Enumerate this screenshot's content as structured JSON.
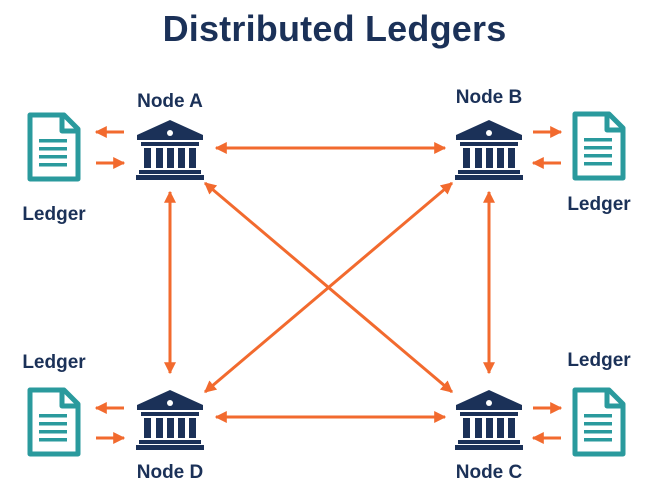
{
  "title": "Distributed Ledgers",
  "nodes": [
    {
      "id": "A",
      "label": "Node A"
    },
    {
      "id": "B",
      "label": "Node B"
    },
    {
      "id": "C",
      "label": "Node C"
    },
    {
      "id": "D",
      "label": "Node D"
    }
  ],
  "ledgers": [
    {
      "node": "A",
      "label": "Ledger"
    },
    {
      "node": "B",
      "label": "Ledger"
    },
    {
      "node": "C",
      "label": "Ledger"
    },
    {
      "node": "D",
      "label": "Ledger"
    }
  ],
  "connections": [
    {
      "from": "A",
      "to": "B"
    },
    {
      "from": "A",
      "to": "C"
    },
    {
      "from": "A",
      "to": "D"
    },
    {
      "from": "B",
      "to": "C"
    },
    {
      "from": "B",
      "to": "D"
    },
    {
      "from": "D",
      "to": "C"
    }
  ],
  "colors": {
    "title": "#1b3158",
    "node_icon": "#1b3158",
    "ledger_icon": "#2a9a9d",
    "arrow": "#f26a2e"
  },
  "icons": {
    "node": "bank-building-icon",
    "ledger": "document-icon"
  }
}
